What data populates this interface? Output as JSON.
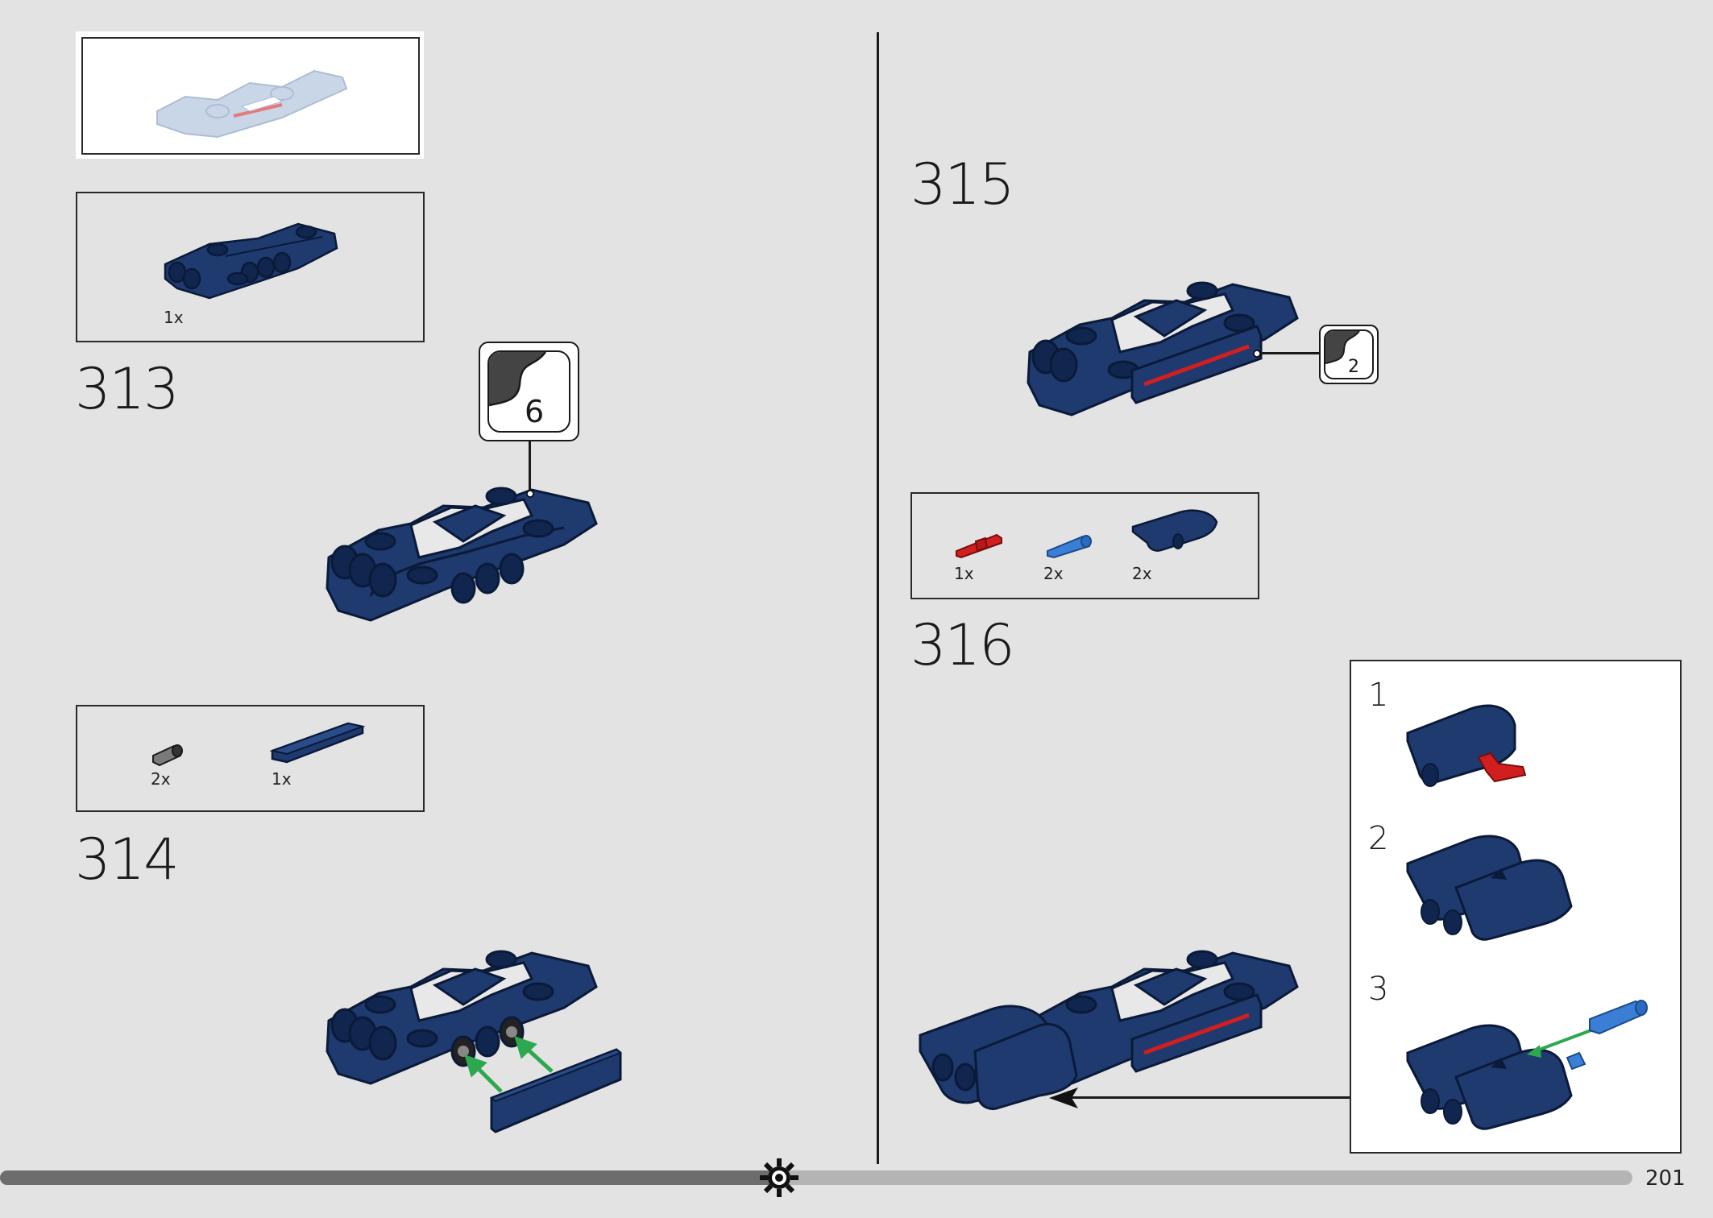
{
  "steps": {
    "s313": {
      "number": "313",
      "parts": [
        {
          "qty": "1x",
          "icon": "beam-frame-icon"
        }
      ],
      "sticker": "6"
    },
    "s314": {
      "number": "314",
      "parts": [
        {
          "qty": "2x",
          "icon": "bushing-icon"
        },
        {
          "qty": "1x",
          "icon": "tile-icon"
        }
      ]
    },
    "s315": {
      "number": "315",
      "sticker": "2"
    },
    "s316": {
      "number": "316",
      "parts": [
        {
          "qty": "1x",
          "icon": "red-axle-icon"
        },
        {
          "qty": "2x",
          "icon": "blue-pin-icon"
        },
        {
          "qty": "2x",
          "icon": "panel-icon"
        }
      ]
    }
  },
  "subassembly": {
    "steps": [
      "1",
      "2",
      "3"
    ]
  },
  "page_number": "201",
  "colors": {
    "brick_blue": "#1e3a6e",
    "brick_dark": "#0f2246",
    "background": "#e3e3e3",
    "progress_dark": "#6d6d6d",
    "progress_light": "#b4b4b4",
    "arrow_green": "#2ea84f",
    "red_part": "#d11f1f",
    "blue_part": "#3a7fd5"
  }
}
